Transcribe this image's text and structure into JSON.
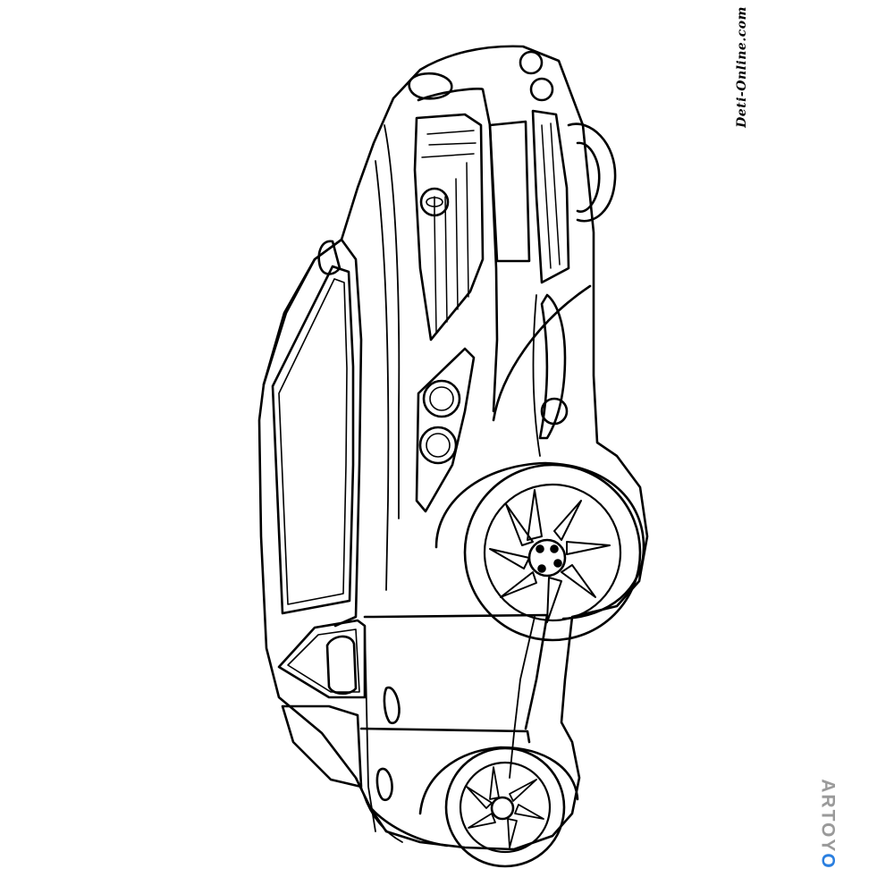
{
  "image": {
    "subject": "car-outline",
    "line_color": "#000000",
    "background": "#ffffff"
  },
  "watermarks": {
    "top_right": "Deti-Online.com",
    "bottom_right_prefix": "ARTOY",
    "bottom_right_suffix": "O",
    "bottom_right_color": "#9a9a9a",
    "bottom_right_accent": "#2a7fe0"
  }
}
